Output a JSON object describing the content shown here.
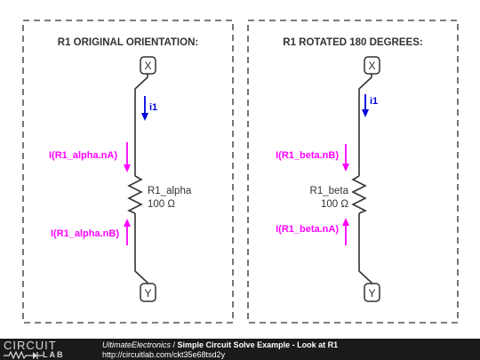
{
  "colors": {
    "wire": "#333333",
    "current_arrow": "#0000dd",
    "probe_arrow": "#ff00ff",
    "dashed_box": "#555555"
  },
  "panels": [
    {
      "title": "R1 ORIGINAL ORIENTATION:",
      "top_node": "X",
      "bottom_node": "Y",
      "current_label": "i1",
      "resistor_name": "R1_alpha",
      "resistor_value": "100 Ω",
      "resistor_label_side": "right",
      "upper_probe": "I(R1_alpha.nA)",
      "lower_probe": "I(R1_alpha.nB)"
    },
    {
      "title": "R1 ROTATED 180 DEGREES:",
      "top_node": "X",
      "bottom_node": "Y",
      "current_label": "i1",
      "resistor_name": "R1_beta",
      "resistor_value": "100 Ω",
      "resistor_label_side": "left",
      "upper_probe": "I(R1_beta.nB)",
      "lower_probe": "I(R1_beta.nA)"
    }
  ],
  "footer": {
    "logo_top": "CIRCUIT",
    "logo_bottom": "LAB",
    "author": "UltimateElectronics",
    "separator": " / ",
    "title": "Simple Circuit Solve Example - Look at R1",
    "url": "http://circuitlab.com/ckt35e68tsd2y"
  }
}
